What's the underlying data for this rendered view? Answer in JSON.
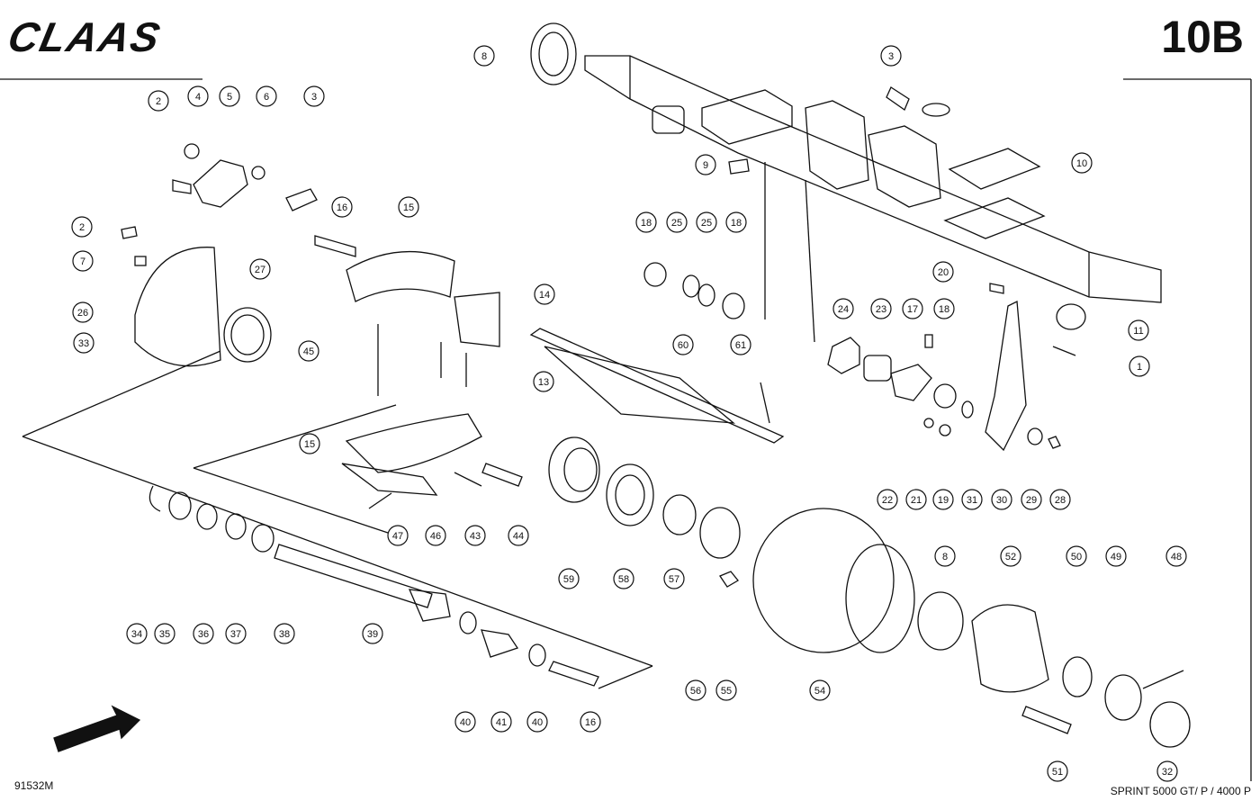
{
  "header": {
    "brand": "CLAAS",
    "page_code": "10B"
  },
  "footer": {
    "drawing_number": "91532M",
    "model": "SPRINT 5000 GT/ P / 4000 P"
  },
  "callouts": [
    {
      "id": "c8a",
      "label": "8"
    },
    {
      "id": "c3a",
      "label": "3"
    },
    {
      "id": "c2a",
      "label": "2"
    },
    {
      "id": "c4",
      "label": "4"
    },
    {
      "id": "c5",
      "label": "5"
    },
    {
      "id": "c6",
      "label": "6"
    },
    {
      "id": "c3b",
      "label": "3"
    },
    {
      "id": "c9",
      "label": "9"
    },
    {
      "id": "c10",
      "label": "10"
    },
    {
      "id": "c16a",
      "label": "16"
    },
    {
      "id": "c15a",
      "label": "15"
    },
    {
      "id": "c2b",
      "label": "2"
    },
    {
      "id": "c27",
      "label": "27"
    },
    {
      "id": "c7",
      "label": "7"
    },
    {
      "id": "c26",
      "label": "26"
    },
    {
      "id": "c33",
      "label": "33"
    },
    {
      "id": "c18a",
      "label": "18"
    },
    {
      "id": "c25a",
      "label": "25"
    },
    {
      "id": "c25b",
      "label": "25"
    },
    {
      "id": "c18b",
      "label": "18"
    },
    {
      "id": "c20",
      "label": "20"
    },
    {
      "id": "c14",
      "label": "14"
    },
    {
      "id": "c11",
      "label": "11"
    },
    {
      "id": "c24",
      "label": "24"
    },
    {
      "id": "c23",
      "label": "23"
    },
    {
      "id": "c17",
      "label": "17"
    },
    {
      "id": "c18c",
      "label": "18"
    },
    {
      "id": "c45",
      "label": "45"
    },
    {
      "id": "c60",
      "label": "60"
    },
    {
      "id": "c61",
      "label": "61"
    },
    {
      "id": "c1",
      "label": "1"
    },
    {
      "id": "c13",
      "label": "13"
    },
    {
      "id": "c15b",
      "label": "15"
    },
    {
      "id": "c22",
      "label": "22"
    },
    {
      "id": "c21",
      "label": "21"
    },
    {
      "id": "c19",
      "label": "19"
    },
    {
      "id": "c31",
      "label": "31"
    },
    {
      "id": "c30",
      "label": "30"
    },
    {
      "id": "c29",
      "label": "29"
    },
    {
      "id": "c28",
      "label": "28"
    },
    {
      "id": "c47",
      "label": "47"
    },
    {
      "id": "c46",
      "label": "46"
    },
    {
      "id": "c43",
      "label": "43"
    },
    {
      "id": "c44",
      "label": "44"
    },
    {
      "id": "c59",
      "label": "59"
    },
    {
      "id": "c58",
      "label": "58"
    },
    {
      "id": "c57",
      "label": "57"
    },
    {
      "id": "c8b",
      "label": "8"
    },
    {
      "id": "c52",
      "label": "52"
    },
    {
      "id": "c50",
      "label": "50"
    },
    {
      "id": "c49",
      "label": "49"
    },
    {
      "id": "c48",
      "label": "48"
    },
    {
      "id": "c34",
      "label": "34"
    },
    {
      "id": "c35",
      "label": "35"
    },
    {
      "id": "c36",
      "label": "36"
    },
    {
      "id": "c37",
      "label": "37"
    },
    {
      "id": "c38",
      "label": "38"
    },
    {
      "id": "c39",
      "label": "39"
    },
    {
      "id": "c56",
      "label": "56"
    },
    {
      "id": "c55",
      "label": "55"
    },
    {
      "id": "c54",
      "label": "54"
    },
    {
      "id": "c40a",
      "label": "40"
    },
    {
      "id": "c41",
      "label": "41"
    },
    {
      "id": "c40b",
      "label": "40"
    },
    {
      "id": "c16b",
      "label": "16"
    },
    {
      "id": "c51",
      "label": "51"
    },
    {
      "id": "c32",
      "label": "32"
    }
  ]
}
